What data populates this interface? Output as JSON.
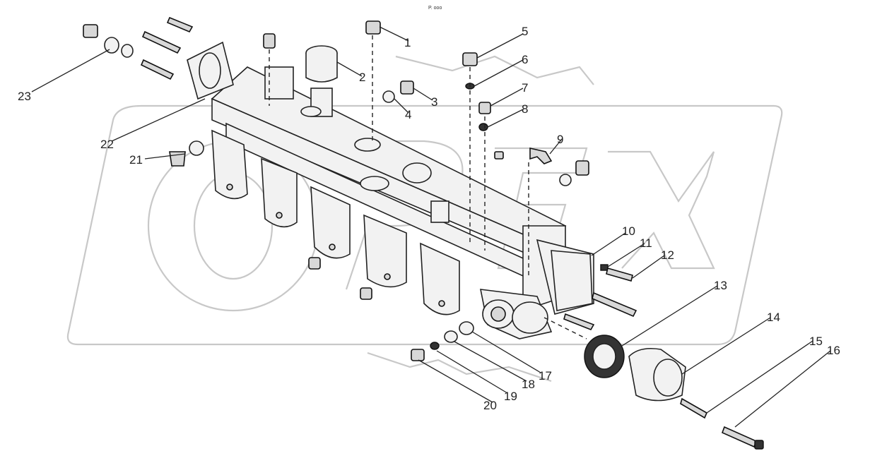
{
  "header": {
    "caption": "P. ooo"
  },
  "watermark": {
    "text": "OPEX"
  },
  "callouts": [
    {
      "id": "c1",
      "label": "1"
    },
    {
      "id": "c2",
      "label": "2"
    },
    {
      "id": "c3",
      "label": "3"
    },
    {
      "id": "c4",
      "label": "4"
    },
    {
      "id": "c5",
      "label": "5"
    },
    {
      "id": "c6",
      "label": "6"
    },
    {
      "id": "c7",
      "label": "7"
    },
    {
      "id": "c8",
      "label": "8"
    },
    {
      "id": "c9",
      "label": "9"
    },
    {
      "id": "c10",
      "label": "10"
    },
    {
      "id": "c11",
      "label": "11"
    },
    {
      "id": "c12",
      "label": "12"
    },
    {
      "id": "c13",
      "label": "13"
    },
    {
      "id": "c14",
      "label": "14"
    },
    {
      "id": "c15",
      "label": "15"
    },
    {
      "id": "c16",
      "label": "16"
    },
    {
      "id": "c17",
      "label": "17"
    },
    {
      "id": "c18",
      "label": "18"
    },
    {
      "id": "c19",
      "label": "19"
    },
    {
      "id": "c20",
      "label": "20"
    },
    {
      "id": "c21",
      "label": "21"
    },
    {
      "id": "c22",
      "label": "22"
    },
    {
      "id": "c23",
      "label": "23"
    }
  ]
}
